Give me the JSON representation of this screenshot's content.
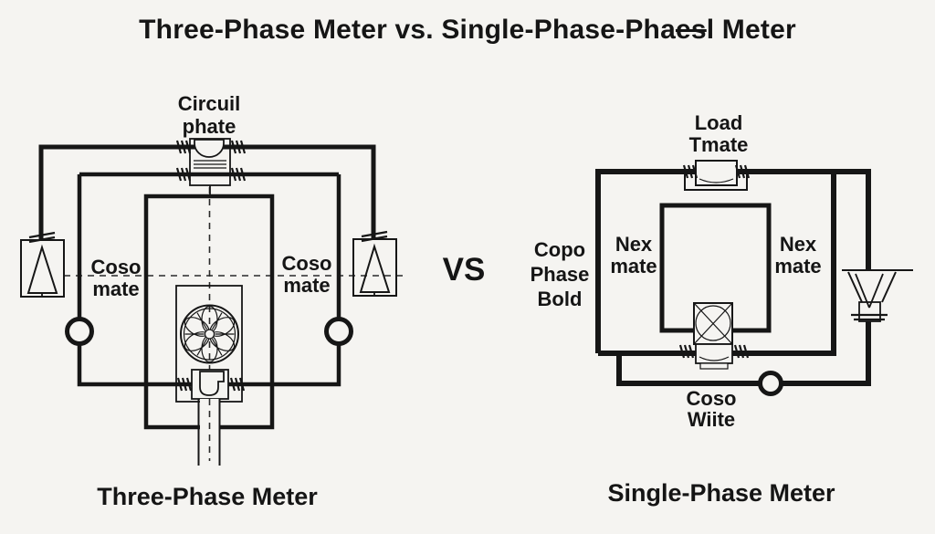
{
  "title": {
    "pre": "Three-Phase Meter vs. Single-Phase-Pha",
    "struck": "es",
    "post": "l Meter"
  },
  "vs": "VS",
  "colors": {
    "background": "#f5f4f1",
    "ink": "#161616"
  },
  "left": {
    "caption": "Three-Phase Meter",
    "top_label": {
      "l1": "Circuil",
      "l2": "phate"
    },
    "coso_left": {
      "l1": "Coso",
      "l2": "mate"
    },
    "coso_right": {
      "l1": "Coso",
      "l2": "mate"
    }
  },
  "right": {
    "caption": "Single-Phase Meter",
    "top_label": {
      "l1": "Load",
      "l2": "Tmate"
    },
    "copo": {
      "l1": "Copo",
      "l2": "Phase",
      "l3": "Bold"
    },
    "nex_left": {
      "l1": "Nex",
      "l2": "mate"
    },
    "nex_right": {
      "l1": "Nex",
      "l2": "mate"
    },
    "coso_bottom": {
      "l1": "Coso",
      "l2": "Wiite"
    }
  }
}
